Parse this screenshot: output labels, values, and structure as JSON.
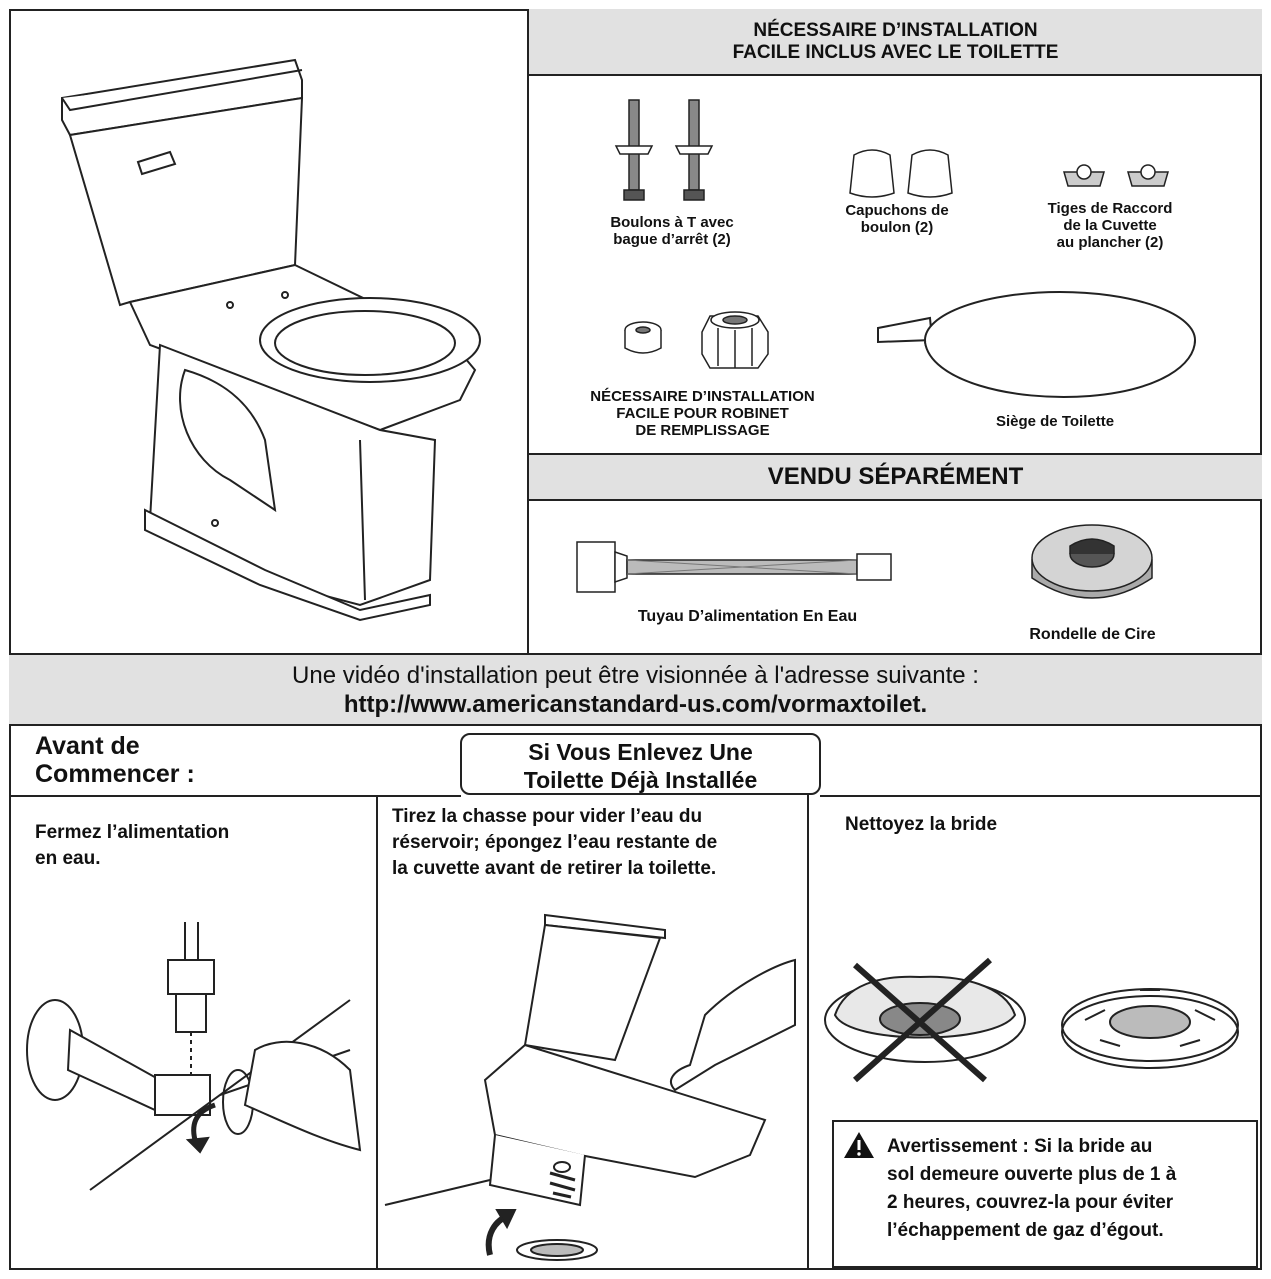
{
  "kit": {
    "header_line1": "NÉCESSAIRE D’INSTALLATION",
    "header_line2": "FACILE INCLUS AVEC LE TOILETTE",
    "items": [
      {
        "line1": "Boulons à T avec",
        "line2": "bague d’arrêt (2)",
        "line3": ""
      },
      {
        "line1": "Capuchons de",
        "line2": "boulon (2)",
        "line3": ""
      },
      {
        "line1": "Tiges de Raccord",
        "line2": "de la Cuvette",
        "line3": "au plancher (2)"
      },
      {
        "line1": "NÉCESSAIRE D’INSTALLATION",
        "line2": "FACILE POUR ROBINET",
        "line3": "DE REMPLISSAGE"
      },
      {
        "line1": "Siège de Toilette",
        "line2": "",
        "line3": ""
      }
    ]
  },
  "sold_separately": {
    "header": "VENDU SÉPARÉMENT",
    "items": [
      {
        "label": "Tuyau D’alimentation En Eau"
      },
      {
        "label": "Rondelle de Cire"
      }
    ]
  },
  "video": {
    "line1": "Une vidéo d'installation peut être visionnée à l'adresse suivante :",
    "url": "http://www.americanstandard-us.com/vormaxtoilet."
  },
  "before": {
    "title_line1": "Avant de",
    "title_line2": "Commencer :",
    "removal_line1": "Si Vous Enlevez Une",
    "removal_line2": "Toilette Déjà Installée"
  },
  "steps": [
    {
      "line1": "Fermez l’alimentation",
      "line2": "en eau.",
      "line3": ""
    },
    {
      "line1": "Tirez la chasse pour vider l’eau du",
      "line2": "réservoir; épongez l’eau restante de",
      "line3": "la cuvette avant de retirer la toilette."
    },
    {
      "line1": "Nettoyez la bride",
      "line2": "",
      "line3": ""
    }
  ],
  "warning": {
    "icon": "warning-triangle-icon",
    "line1": "Avertissement : Si la bride au",
    "line2": "sol demeure ouverte plus de 1 à",
    "line3": "2 heures, couvrez-la pour éviter",
    "line4": "l’échappement de gaz d’égout."
  }
}
